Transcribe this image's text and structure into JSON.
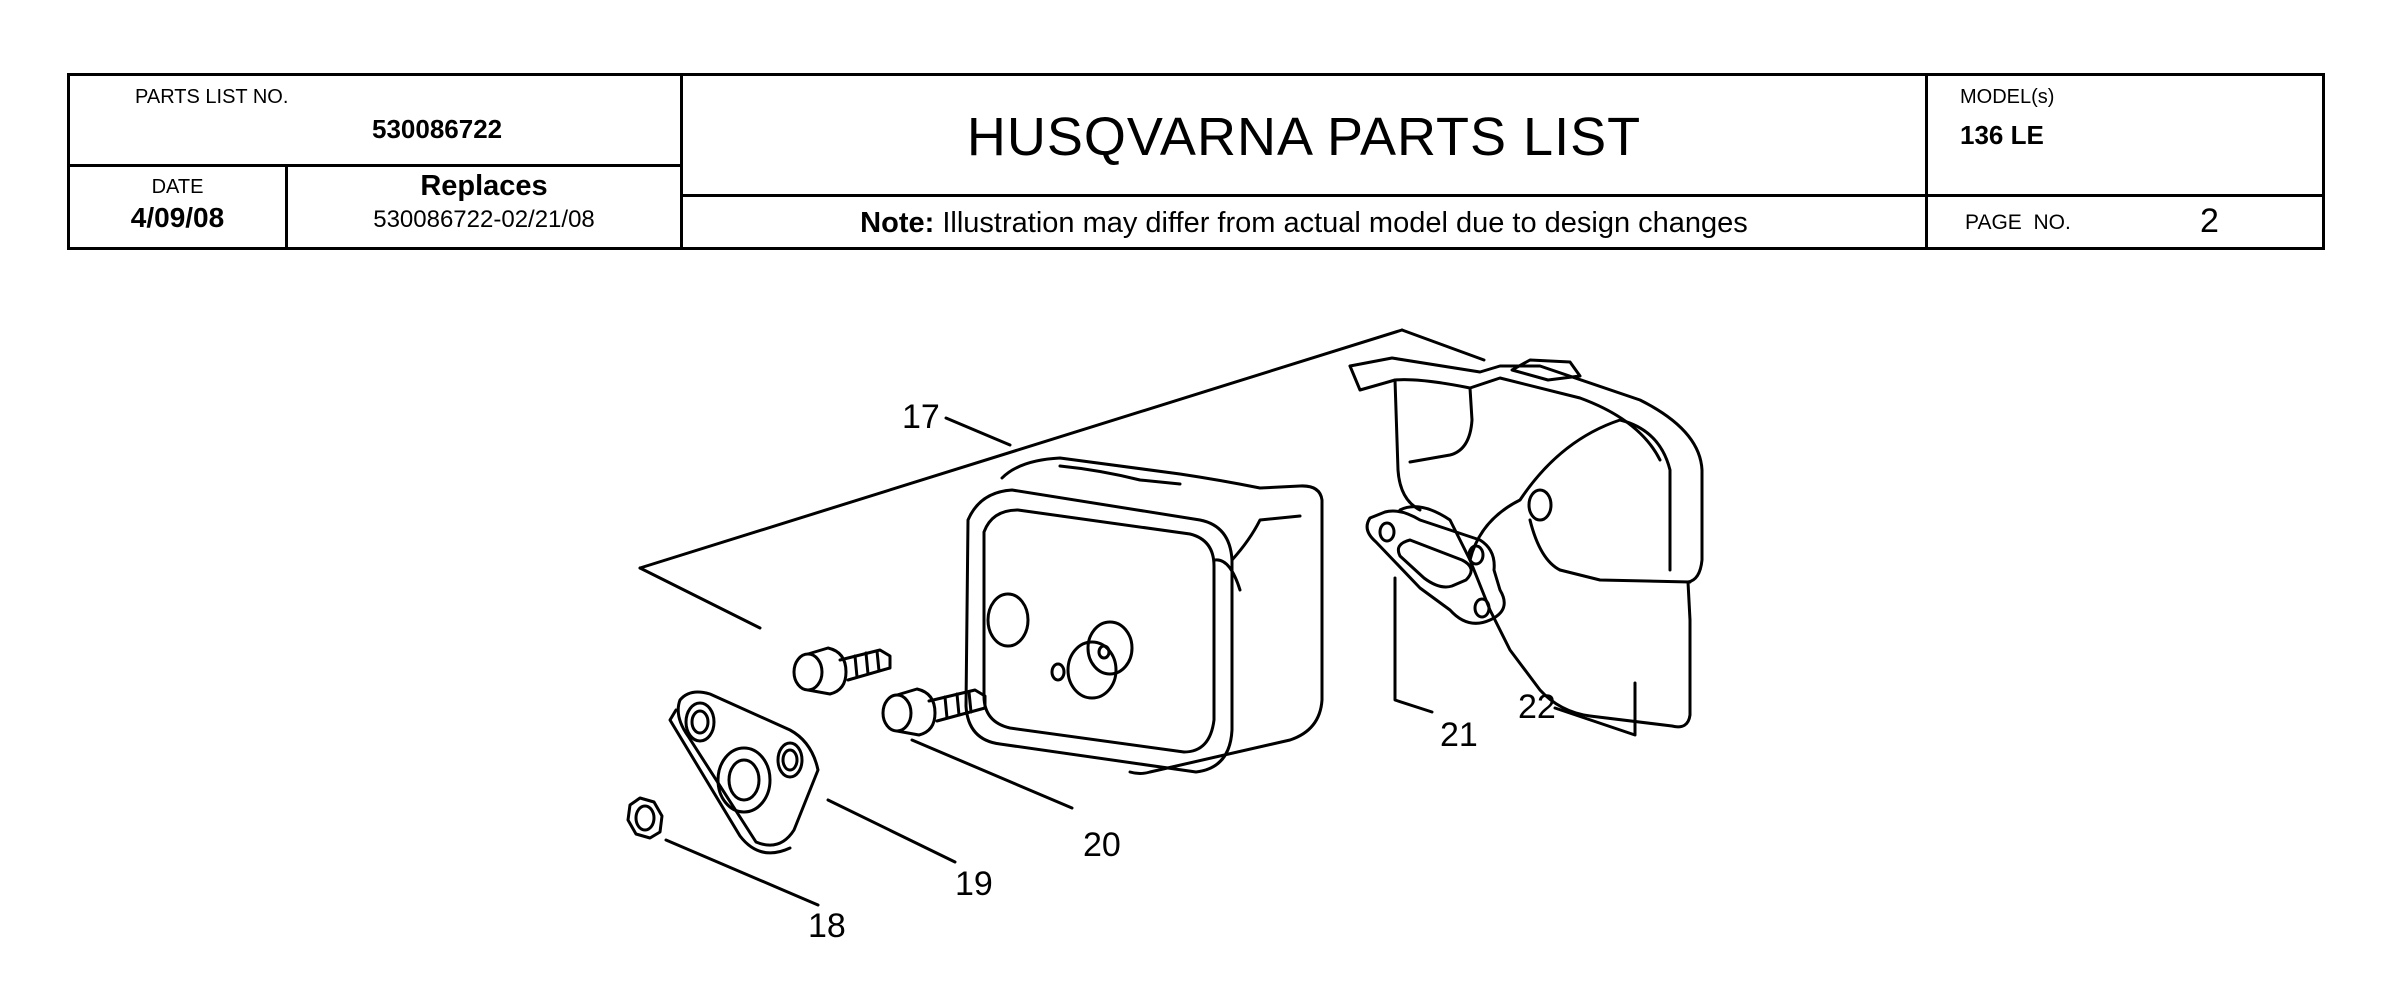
{
  "header": {
    "parts_list_no_label": "PARTS LIST NO.",
    "parts_list_no": "530086722",
    "title": "HUSQVARNA PARTS LIST",
    "models_label": "MODEL(s)",
    "model": "136 LE",
    "date_label": "DATE",
    "date": "4/09/08",
    "replaces_label": "Replaces",
    "replaces_value": "530086722-02/21/08",
    "note_label": "Note:",
    "note_text": "Illustration may differ from actual model due to design changes",
    "page_label": "PAGE  NO.",
    "page_no": "2"
  },
  "diagram": {
    "callouts": [
      "17",
      "18",
      "19",
      "20",
      "21",
      "22"
    ]
  }
}
